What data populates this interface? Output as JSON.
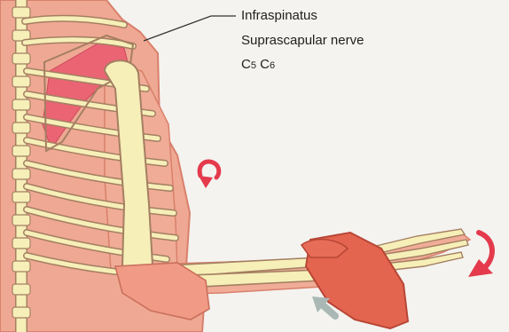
{
  "labels": {
    "muscle": "Infraspinatus",
    "nerve": "Suprascapular nerve",
    "root_letter_1": "C",
    "root_number_1": "5",
    "root_letter_2": "C",
    "root_number_2": "6"
  },
  "colors": {
    "background": "#f4f3f0",
    "skin": "#efa893",
    "skin_outline": "#d9806c",
    "bone": "#f6efb8",
    "bone_outline": "#a47f62",
    "muscle": "#ea6474",
    "resistance_hand": "#e4654f",
    "rotation_arrow": "#e43a4c",
    "force_arrow": "#a9b8b4",
    "leader_line": "#333333"
  },
  "icons": {
    "rotation_arrows": "curved-rotation-arrow-icon",
    "force_arrow": "push-arrow-icon"
  }
}
